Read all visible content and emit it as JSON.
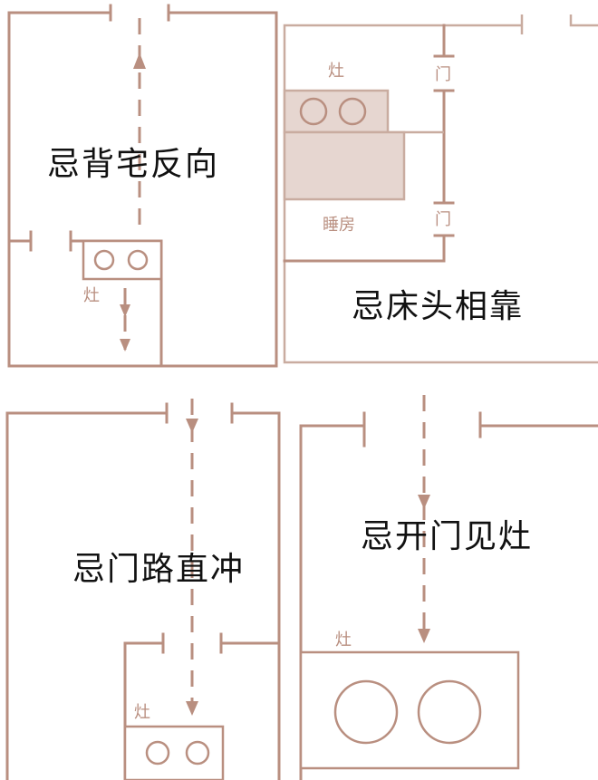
{
  "panels": {
    "top_left": {
      "title": "忌背宅反向",
      "stove_label": "灶"
    },
    "top_right": {
      "title": "忌床头相靠",
      "stove_label": "灶",
      "door_label_1": "门",
      "door_label_2": "门",
      "bedroom_label": "睡房"
    },
    "bottom_left": {
      "title": "忌门路直冲",
      "stove_label": "灶"
    },
    "bottom_right": {
      "title": "忌开门见灶",
      "stove_label": "灶"
    }
  },
  "colors": {
    "line": "#b98f80",
    "shade": "#e6d6d0",
    "text": "#111111"
  }
}
